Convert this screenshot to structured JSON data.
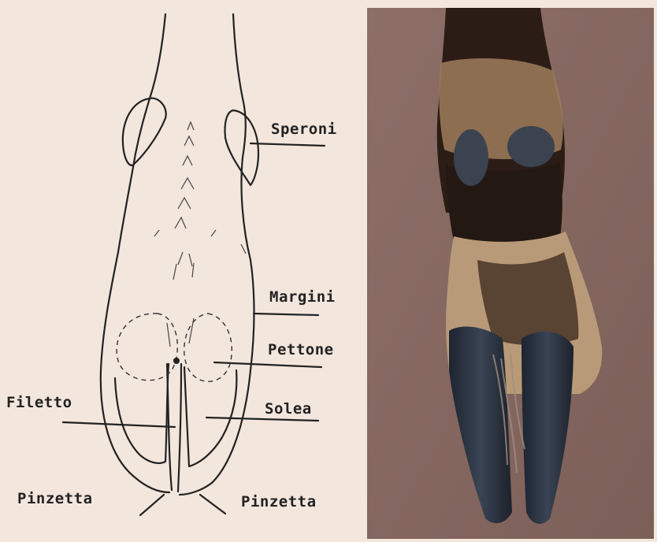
{
  "diagram": {
    "labels": {
      "speroni": "Speroni",
      "margini": "Margini",
      "pettone": "Pettone",
      "solea": "Solea",
      "filetto": "Filetto",
      "pinzetta_left": "Pinzetta",
      "pinzetta_right": "Pinzetta"
    }
  },
  "colors": {
    "paper": "#f3e6dd",
    "ink": "#222222",
    "photo_background": "#8a6e66",
    "hoof": "#2a3240",
    "fur_dark": "#2b1d16",
    "fur_light": "#b99a78"
  }
}
